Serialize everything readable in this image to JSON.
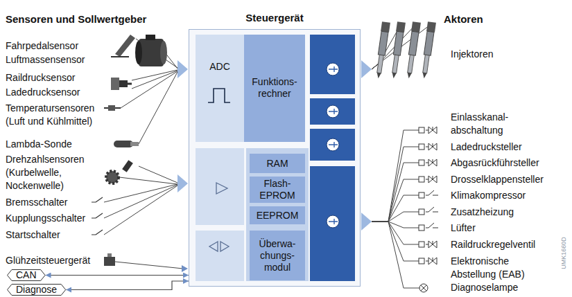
{
  "diagram": {
    "nodes": [
      {
        "text": [
          "Steuergerät"
        ]
      },
      {
        "text": [
          "ADC"
        ],
        "in": 0
      },
      {
        "text": [
          "Funktions- rechner"
        ],
        "in": 0
      },
      {
        "text": [
          "RAM"
        ],
        "in": 0
      },
      {
        "text": [
          "Flash- EPROM"
        ],
        "in": 0
      },
      {
        "text": [
          "EEPROM"
        ],
        "in": 0
      },
      {
        "text": [
          "Überwa- chungs- modul"
        ],
        "in": 0
      },
      {
        "text": [
          "CAN"
        ]
      },
      {
        "text": [
          "Diagnose"
        ]
      }
    ],
    "edges": [
      {
        "from": 7,
        "to": 0,
        "arrow": "both"
      },
      {
        "from": 8,
        "to": 0,
        "arrow": "both"
      }
    ],
    "labels": [
      "Sensoren und Sollwertgeber",
      "Fahrpedalsensor",
      "Luftmassensensor",
      "Raildrucksensor",
      "Ladedrucksensor",
      "Temperatursensoren (Luft und Kühlmittel)",
      "Lambda-Sonde",
      "Drehzahlsensoren (Kurbelwelle, Nockenwelle)",
      "Bremsschalter",
      "Kupplungsschalter",
      "Startschalter",
      "Glühzeitsteuergerät",
      "Aktoren",
      "Injektoren",
      "Einlasskanal- abschaltung",
      "Ladedrucksteller",
      "Abgasrückführsteller",
      "Drosselklappensteller",
      "Klimakompressor",
      "Zusatzheizung",
      "Lüfter",
      "Raildruckregelventil",
      "Elektronische Abstellung (EAB)",
      "Diagnoselampe",
      "UMK1660D"
    ]
  }
}
